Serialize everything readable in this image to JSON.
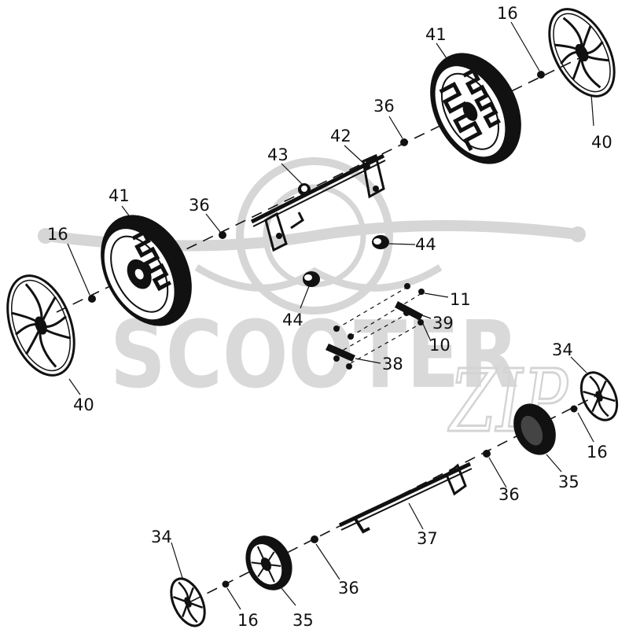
{
  "watermark": {
    "brand": "SCOOTER",
    "suffix": "ZIP"
  },
  "labels": {
    "p16_top": "16",
    "p41_top": "41",
    "p40_top": "40",
    "p36_top": "36",
    "p42": "42",
    "p43": "43",
    "p41_left": "41",
    "p36_left": "36",
    "p16_left": "16",
    "p44_right": "44",
    "p44_left": "44",
    "p11": "11",
    "p39": "39",
    "p10": "10",
    "p38": "38",
    "p40_left": "40",
    "p34_right": "34",
    "p16_right": "16",
    "p35_right": "35",
    "p36_mid": "36",
    "p37": "37",
    "p34_left": "34",
    "p36_bottom": "36",
    "p16_bottom": "16",
    "p35_bottom": "35"
  }
}
